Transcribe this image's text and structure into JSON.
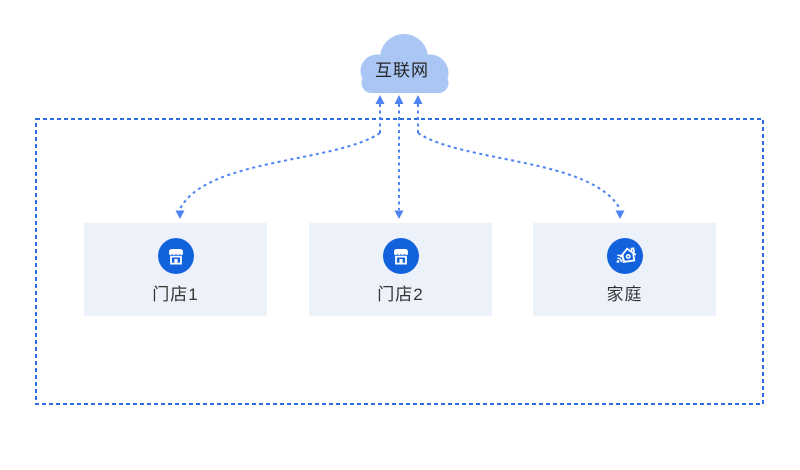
{
  "diagram": {
    "cloud": {
      "label": "互联网",
      "icon": "cloud-icon",
      "fill": "#A9C6F5"
    },
    "nodes": [
      {
        "label": "门店1",
        "icon": "storefront-icon"
      },
      {
        "label": "门店2",
        "icon": "storefront-icon"
      },
      {
        "label": "家庭",
        "icon": "smart-home-wifi-icon"
      }
    ],
    "colors": {
      "arrow_line": "#4D84F2",
      "boundary_border": "#2F6BE4",
      "node_background": "#EDF1F9",
      "icon_circle": "#1162DC",
      "cloud_fill": "#A9C6F5",
      "label_text": "#333333"
    }
  }
}
